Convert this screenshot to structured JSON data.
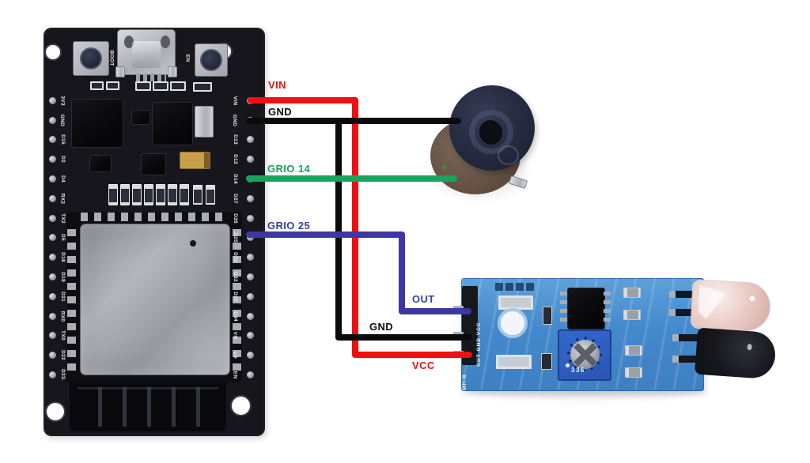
{
  "esp32": {
    "boot_button": "BOOT",
    "en_button": "EN",
    "left_pins": [
      "3V3",
      "GND",
      "D15",
      "D2",
      "D4",
      "RX2",
      "TX2",
      "D5",
      "D18",
      "D19",
      "D21",
      "RX0",
      "TX0",
      "D22",
      "D23."
    ],
    "right_pins": [
      "VIN",
      "GND",
      "D13",
      "D12",
      "D14",
      "D27",
      "D26",
      "D25",
      "D33",
      "D32",
      "D35",
      "D34",
      "VN",
      "VP",
      "EN"
    ]
  },
  "wire_labels": {
    "vin": "VIN",
    "gnd_top": "GND",
    "gpio14": "GRIO 14",
    "gpio25": "GRIO 25",
    "out": "OUT",
    "gnd_bottom": "GND",
    "vcc": "VCC",
    "buzzer_plus": "+"
  },
  "ir_sensor": {
    "header_silkscreen": "OUT GND VCC",
    "model": "MH-B",
    "trimpot_marking": "336"
  },
  "connections": [
    {
      "signal": "VIN",
      "wire_color": "#ee0f12",
      "from": "ESP32 VIN pin",
      "to": "IR sensor VCC pin"
    },
    {
      "signal": "GND",
      "wire_color": "#0b0b0d",
      "from": "ESP32 GND pin",
      "to": "buzzer negative terminal and IR sensor GND pin"
    },
    {
      "signal": "GRIO 14",
      "wire_color": "#17a45c",
      "from": "ESP32 D14 pin",
      "to": "buzzer positive (+) terminal"
    },
    {
      "signal": "GRIO 25",
      "wire_color": "#3d37a3",
      "from": "ESP32 D25 pin",
      "to": "IR sensor OUT pin"
    }
  ],
  "colors": {
    "wire_red": "#ee0f12",
    "wire_black": "#0b0b0d",
    "wire_green": "#17a45c",
    "wire_blue": "#3d37a3",
    "label_green": "#17a45c",
    "label_blue": "#3b3f9e",
    "esp32_pcb": "#16161c",
    "sensor_pcb": "#4489cc",
    "background": "#ffffff"
  }
}
